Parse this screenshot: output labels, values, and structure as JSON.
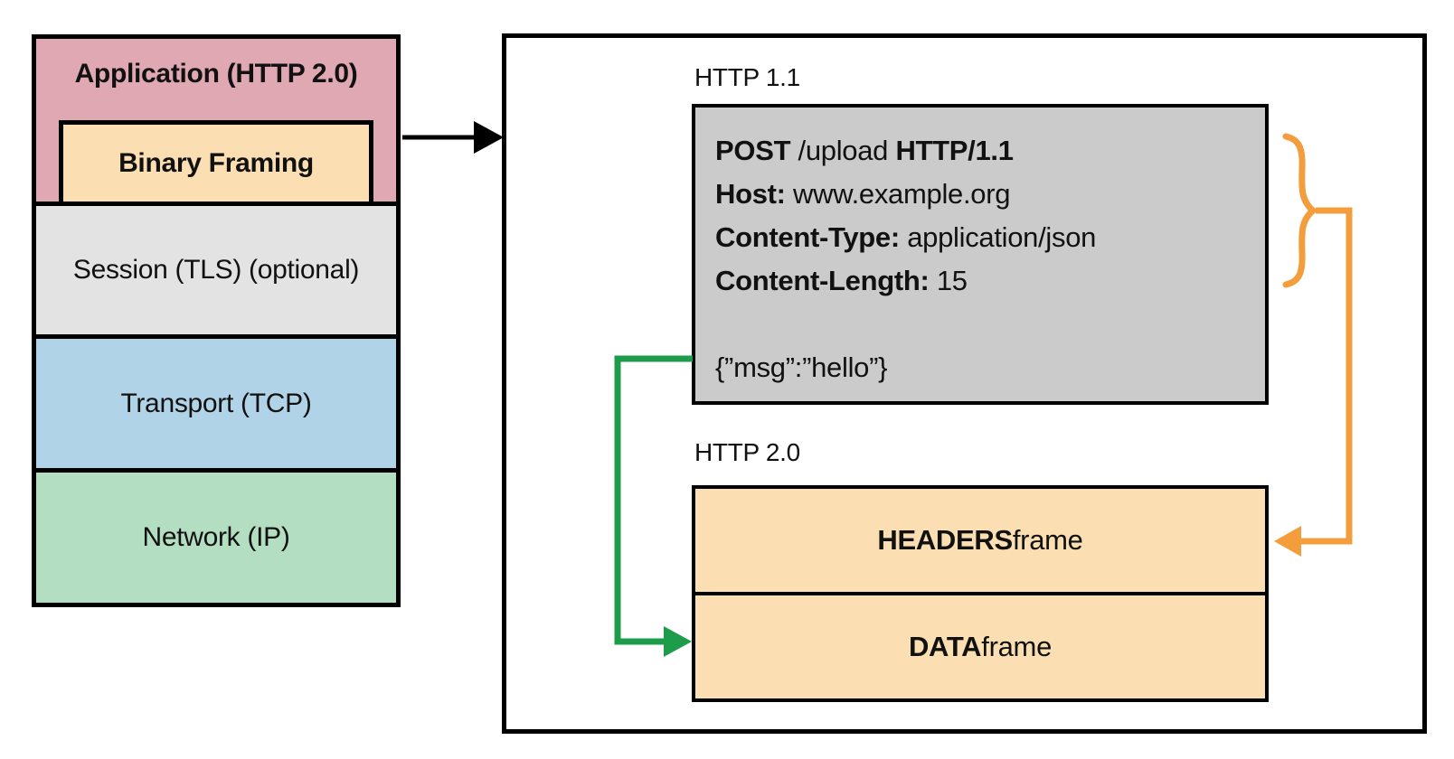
{
  "left_stack": {
    "application_label": "Application (HTTP 2.0)",
    "binary_framing_label": "Binary Framing",
    "session_label": "Session (TLS) (optional)",
    "transport_label": "Transport (TCP)",
    "network_label": "Network (IP)"
  },
  "right_panel": {
    "http11_label": "HTTP 1.1",
    "http20_label": "HTTP 2.0",
    "request_lines": [
      [
        {
          "t": "POST",
          "b": true
        },
        {
          "t": " /upload ",
          "b": false
        },
        {
          "t": "HTTP/1.1",
          "b": true
        }
      ],
      [
        {
          "t": "Host:",
          "b": true
        },
        {
          "t": " www.example.org",
          "b": false
        }
      ],
      [
        {
          "t": "Content-Type:",
          "b": true
        },
        {
          "t": " application/json",
          "b": false
        }
      ],
      [
        {
          "t": "Content-Length:",
          "b": true
        },
        {
          "t": " 15",
          "b": false
        }
      ],
      [],
      [
        {
          "t": "{”msg”:”hello”}",
          "b": false
        }
      ]
    ],
    "headers_frame_label": [
      {
        "t": "HEADERS",
        "b": true
      },
      {
        "t": " frame",
        "b": false
      }
    ],
    "data_frame_label": [
      {
        "t": "DATA",
        "b": true
      },
      {
        "t": " frame",
        "b": false
      }
    ]
  },
  "colors": {
    "application_fill": "#DFA8B2",
    "binary_framing_fill": "#FBDFB2",
    "session_fill": "#E3E3E3",
    "transport_fill": "#B1D3E7",
    "network_fill": "#B3DEC1",
    "request_box_fill": "#CBCBCB",
    "frames_fill": "#FBDFB2",
    "connector_orange": "#F49D3D",
    "connector_green": "#1D9C4C",
    "connector_black": "#000000",
    "border": "#000000"
  }
}
